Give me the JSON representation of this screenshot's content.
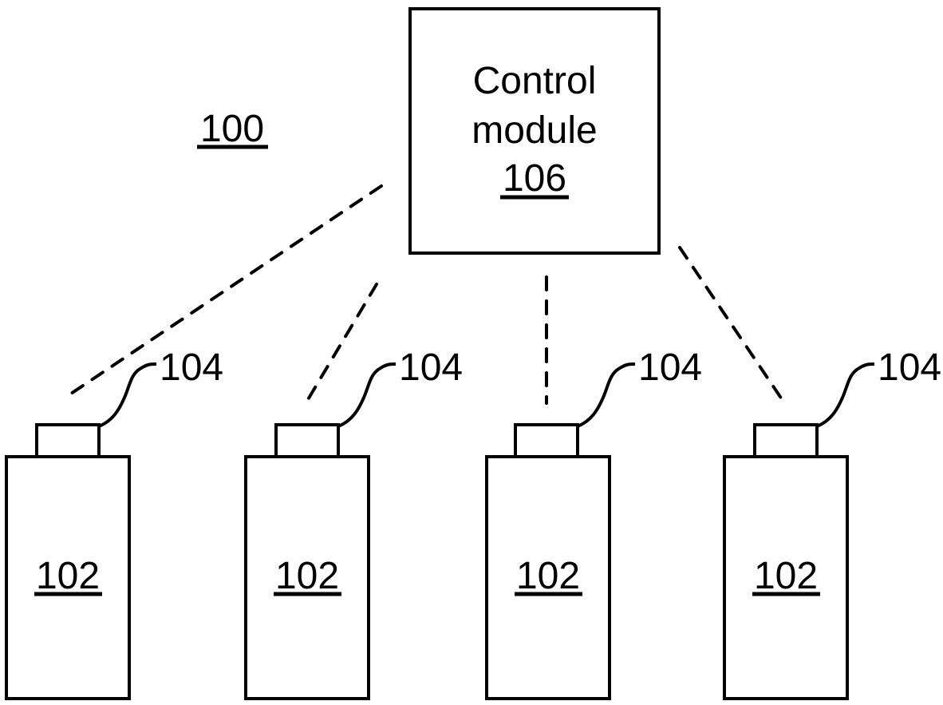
{
  "figure": {
    "reference_label": "100",
    "control_module": {
      "name_line1": "Control",
      "name_line2": "module",
      "reference": "106"
    },
    "devices": [
      {
        "reference": "102",
        "connector_reference": "104"
      },
      {
        "reference": "102",
        "connector_reference": "104"
      },
      {
        "reference": "102",
        "connector_reference": "104"
      },
      {
        "reference": "102",
        "connector_reference": "104"
      }
    ],
    "colors": {
      "ink": "#000000",
      "background": "#ffffff"
    }
  }
}
